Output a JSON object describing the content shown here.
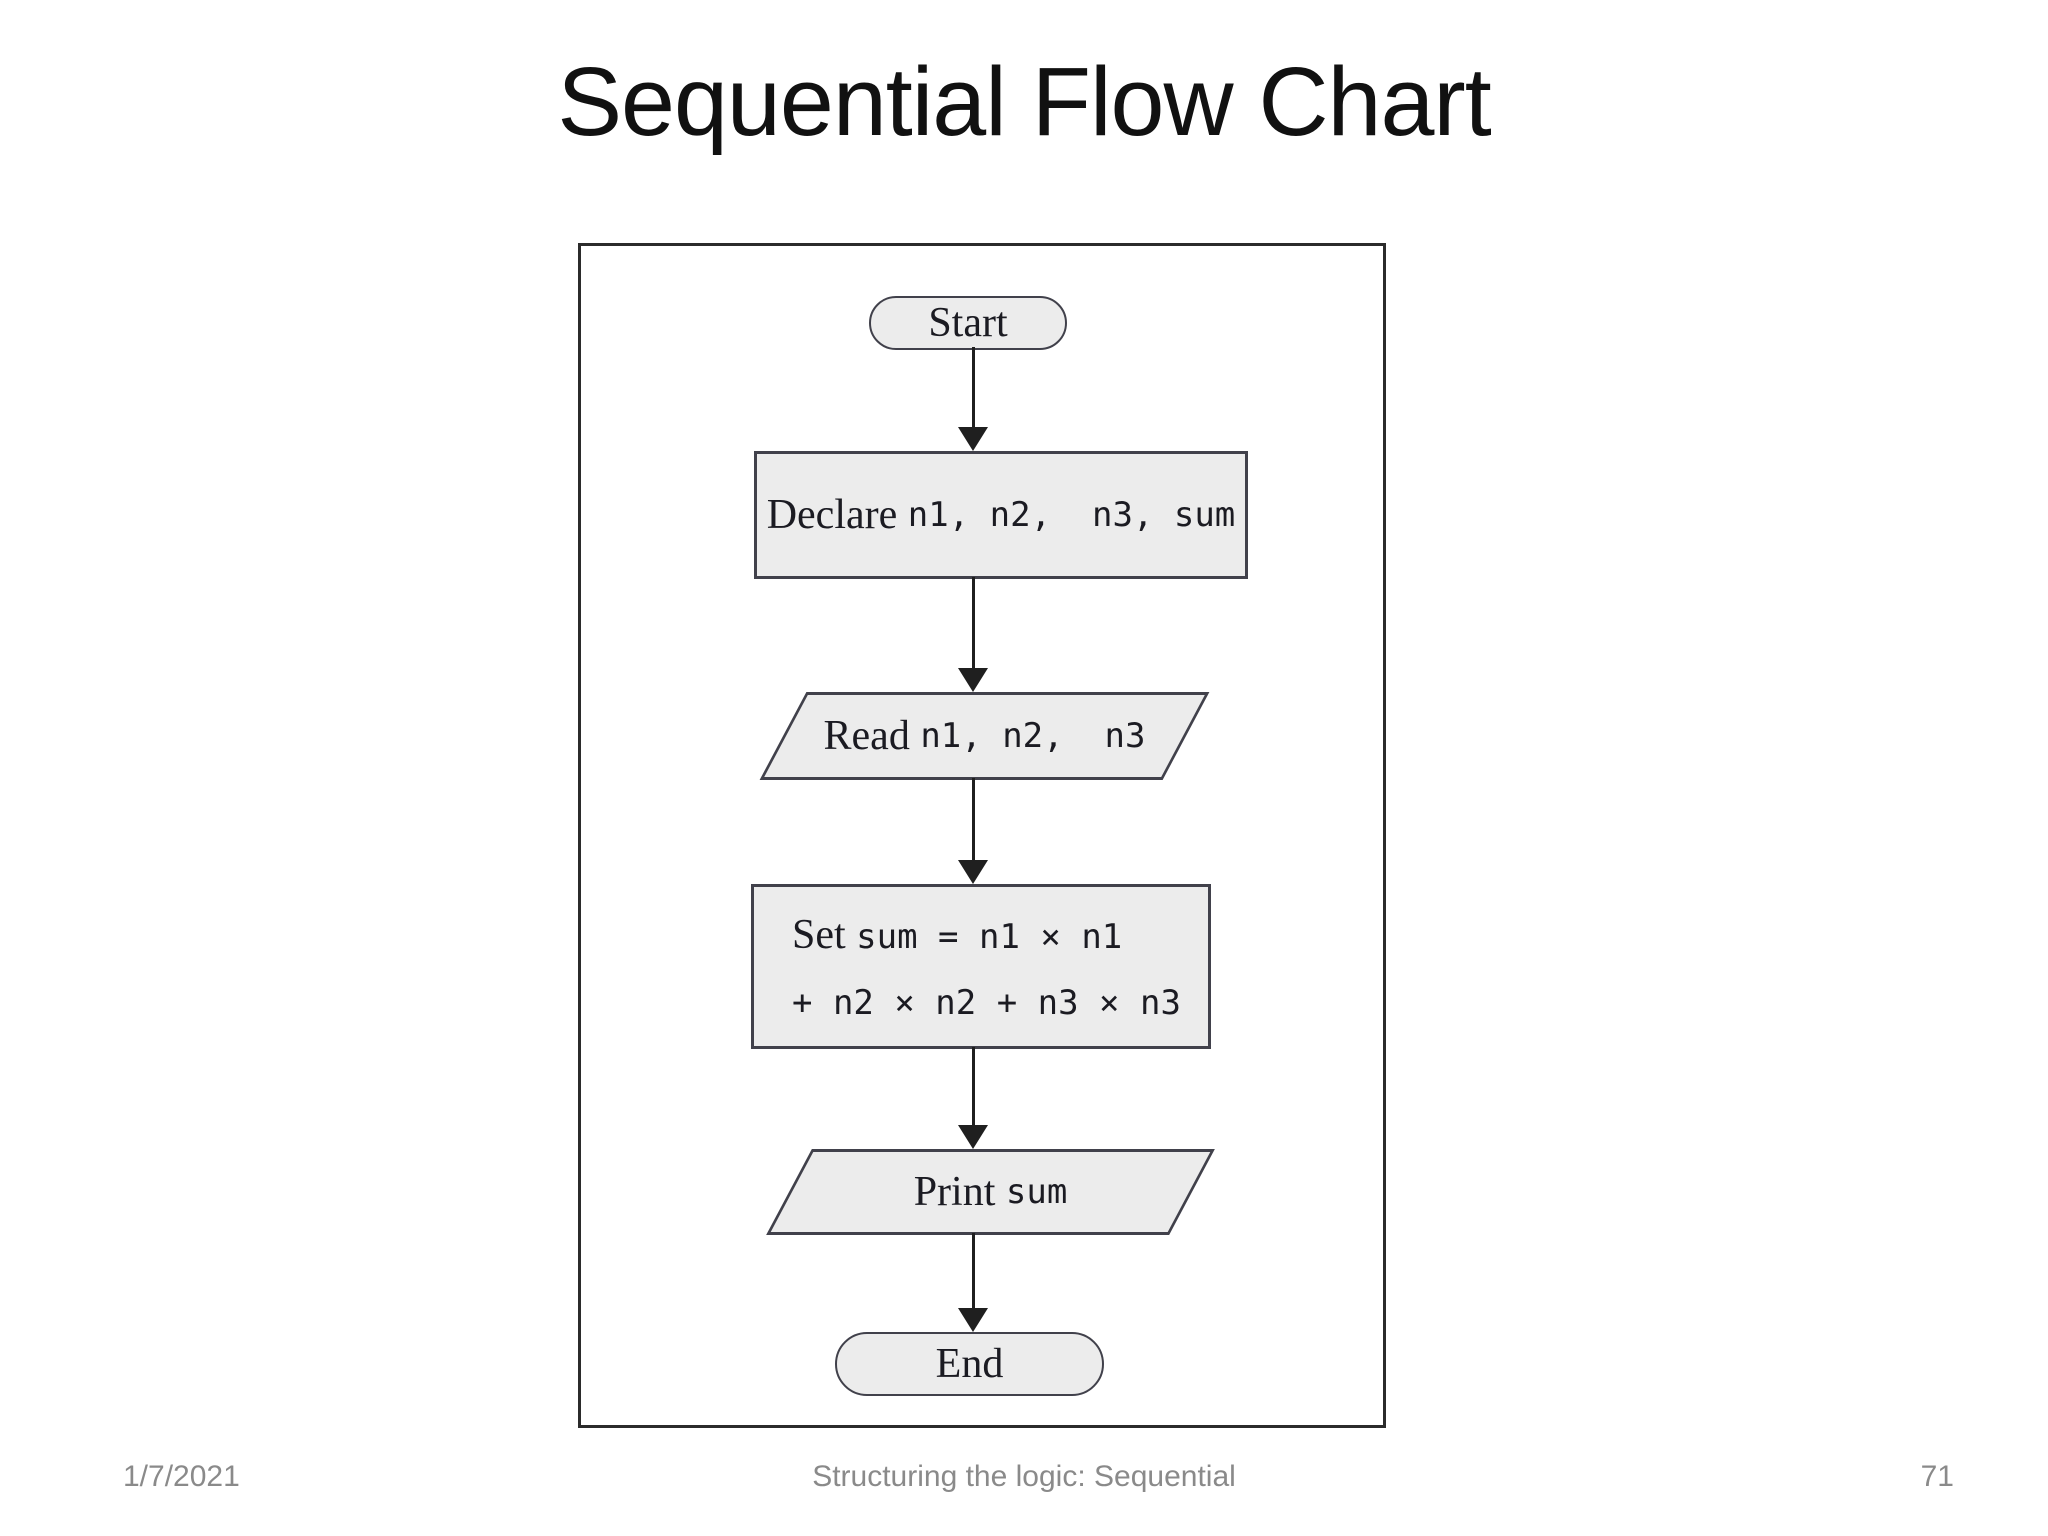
{
  "slide": {
    "title": "Sequential Flow Chart",
    "footer": {
      "date": "1/7/2021",
      "center": "Structuring the logic: Sequential",
      "page": "71"
    }
  },
  "flowchart": {
    "flow": [
      "start",
      "declare",
      "read",
      "set",
      "print",
      "end"
    ],
    "nodes": {
      "start": {
        "type": "terminator",
        "label": "Start"
      },
      "declare": {
        "type": "process",
        "prefix": "Declare ",
        "code": "n1, n2,  n3, sum"
      },
      "read": {
        "type": "input",
        "prefix": "Read ",
        "code": "n1, n2,  n3"
      },
      "set": {
        "type": "process",
        "line1_prefix": "Set ",
        "line1_code": "sum = n1 × n1",
        "line2_code": "+ n2 × n2 + n3 × n3"
      },
      "print": {
        "type": "output",
        "prefix": "Print ",
        "code": "sum"
      },
      "end": {
        "type": "terminator",
        "label": "End"
      }
    },
    "colors": {
      "shape_fill": "#ececec",
      "shape_border": "#41414b",
      "arrow_color": "#1f1f1f",
      "frame_border": "#2b2b2b"
    }
  }
}
